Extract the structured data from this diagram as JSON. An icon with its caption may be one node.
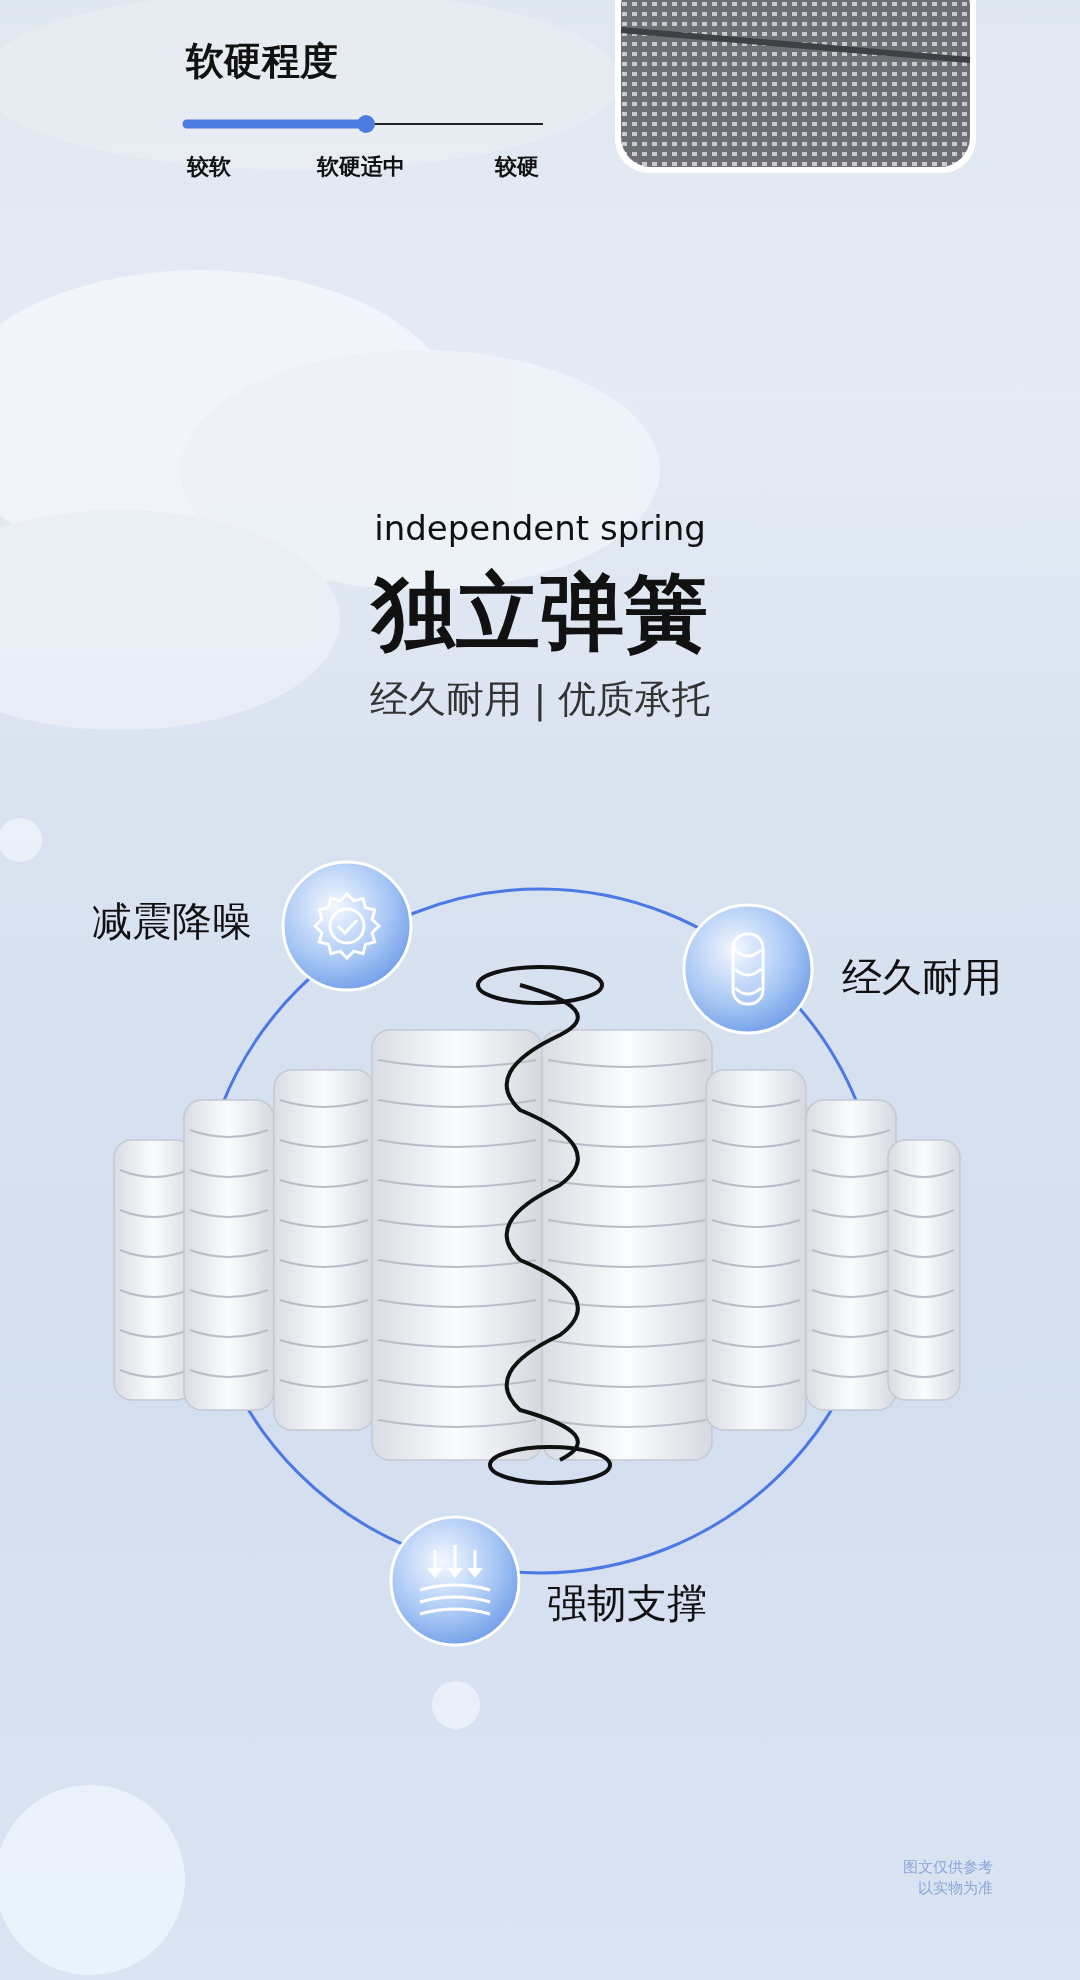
{
  "diagram": {
    "labels": [
      "软硬程度",
      "较软",
      "软硬适中",
      "较硬",
      "independent spring",
      "独立弹簧",
      "经久耐用 | 优质承托",
      "减震降噪",
      "经久耐用",
      "强韧支撑",
      "图文仅供参考以实物为准"
    ]
  }
}
